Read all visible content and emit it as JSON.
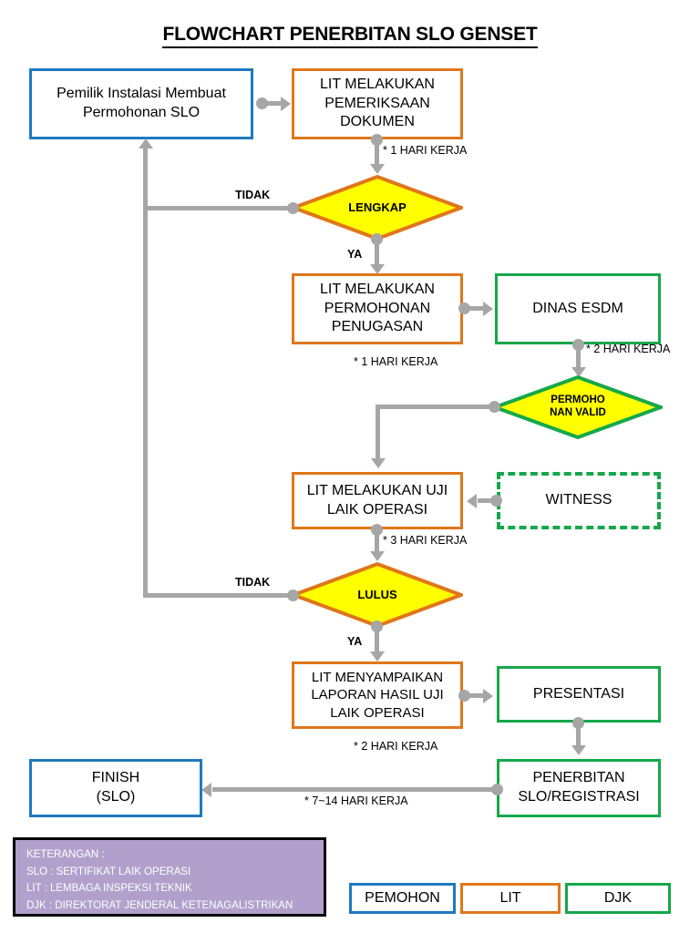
{
  "title": "FLOWCHART PENERBITAN SLO GENSET",
  "colors": {
    "pemohon_blue": "#1f7ac0",
    "lit_orange": "#e0761b",
    "djk_green": "#15a84a",
    "decision_yellow": "#ffff00",
    "connector_gray": "#a6a6a6",
    "keterangan_purple": "#b2a0cc"
  },
  "nodes": {
    "pemilik": "Pemilik Instalasi Membuat\nPermohonan SLO",
    "pemilik_l1": "Pemilik Instalasi Membuat",
    "pemilik_l2": "Permohonan SLO",
    "pemeriksaan_l1": "LIT MELAKUKAN",
    "pemeriksaan_l2": "PEMERIKSAAN",
    "pemeriksaan_l3": "DOKUMEN",
    "penugasan_l1": "LIT MELAKUKAN",
    "penugasan_l2": "PERMOHONAN",
    "penugasan_l3": "PENUGASAN",
    "dinas_esdm": "DINAS ESDM",
    "uji_l1": "LIT MELAKUKAN UJI",
    "uji_l2": "LAIK OPERASI",
    "witness": "WITNESS",
    "laporan_l1": "LIT MENYAMPAIKAN",
    "laporan_l2": "LAPORAN HASIL UJI",
    "laporan_l3": "LAIK OPERASI",
    "presentasi": "PRESENTASI",
    "penerbitan_l1": "PENERBITAN",
    "penerbitan_l2": "SLO/REGISTRASI",
    "finish_l1": "FINISH",
    "finish_l2": "(SLO)"
  },
  "decisions": {
    "lengkap": "LENGKAP",
    "permohonan_valid_l1": "PERMOHO",
    "permohonan_valid_l2": "NAN VALID",
    "lulus": "LULUS"
  },
  "branches": {
    "tidak_lengkap": "TIDAK",
    "ya_lengkap": "YA",
    "tidak_lulus": "TIDAK",
    "ya_lulus": "YA"
  },
  "annotations": {
    "after_pemeriksaan": "* 1 HARI KERJA",
    "after_penugasan": "* 1 HARI KERJA",
    "after_dinas_esdm": "* 2 HARI KERJA",
    "after_uji": "* 3 HARI KERJA",
    "after_laporan": "* 2 HARI KERJA",
    "after_penerbitan": "* 7~14 HARI KERJA"
  },
  "keterangan": {
    "line1": "KETERANGAN :",
    "line2": "SLO : SERTIFIKAT LAIK OPERASI",
    "line3": "LIT  : LEMBAGA INSPEKSI TEKNIK",
    "line4": "DJK : DIREKTORAT JENDERAL KETENAGALISTRIKAN"
  },
  "role_key": {
    "pemohon": "PEMOHON",
    "lit": "LIT",
    "djk": "DJK"
  }
}
